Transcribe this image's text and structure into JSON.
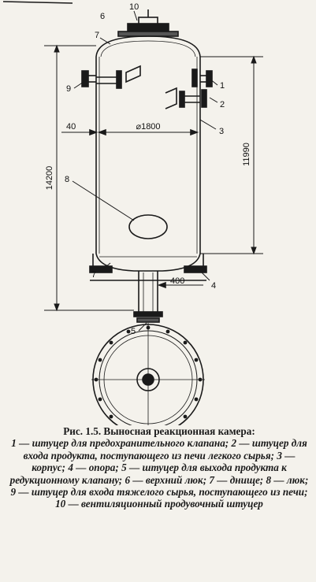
{
  "drawing": {
    "labels": {
      "n1": "1",
      "n2": "2",
      "n3": "3",
      "n4": "4",
      "n5": "5",
      "n6": "6",
      "n7a": "7",
      "n7b": "7",
      "n8": "8",
      "n9": "9",
      "n10": "10"
    },
    "dimensions": {
      "diameter": "⌀1800",
      "wall": "40",
      "overall_height": "14200",
      "shell_height": "11990",
      "nozzle_offset": "400"
    }
  },
  "caption": {
    "title": "Рис. 1.5. Выносная реакционная камера:",
    "legend": "1 — штуцер для предохранительного клапана; 2 — штуцер для входа продукта, поступающего из печи легкого сырья; 3 — корпус; 4 — опора; 5 — штуцер для выхода продукта к редукционному клапану; 6 — верхний люк; 7 — днище; 8 — люк; 9 — штуцер для входа тяжелого сырья, поступающего из печи; 10 — вентиляционный продувочный штуцер"
  }
}
